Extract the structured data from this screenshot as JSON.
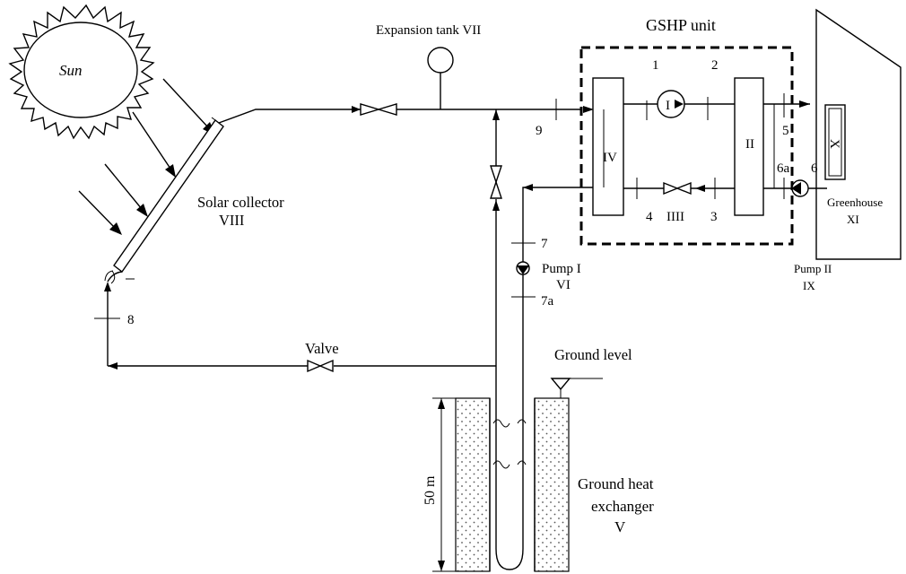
{
  "labels": {
    "sun": "Sun",
    "expansion_tank": "Expansion tank VII",
    "gshp_unit": "GSHP unit",
    "solar_collector_line1": "Solar collector",
    "solar_collector_line2": "VIII",
    "greenhouse_line1": "Greenhouse",
    "greenhouse_line2": "XI",
    "pump1_line1": "Pump I",
    "pump1_line2": "VI",
    "pump2_line1": "Pump II",
    "pump2_line2": "IX",
    "valve": "Valve",
    "ground_level": "Ground level",
    "ghe_line1": "Ground heat",
    "ghe_line2": "exchanger",
    "ghe_line3": "V",
    "depth": "50 m",
    "compressor": "I",
    "condenser": "II",
    "evaporator": "IV",
    "expansion_valve": "IIII",
    "fan_coil": "X"
  },
  "points": {
    "p1": "1",
    "p2": "2",
    "p3": "3",
    "p4": "4",
    "p5": "5",
    "p6": "6",
    "p6a": "6a",
    "p7": "7",
    "p7a": "7a",
    "p8": "8",
    "p9": "9"
  }
}
